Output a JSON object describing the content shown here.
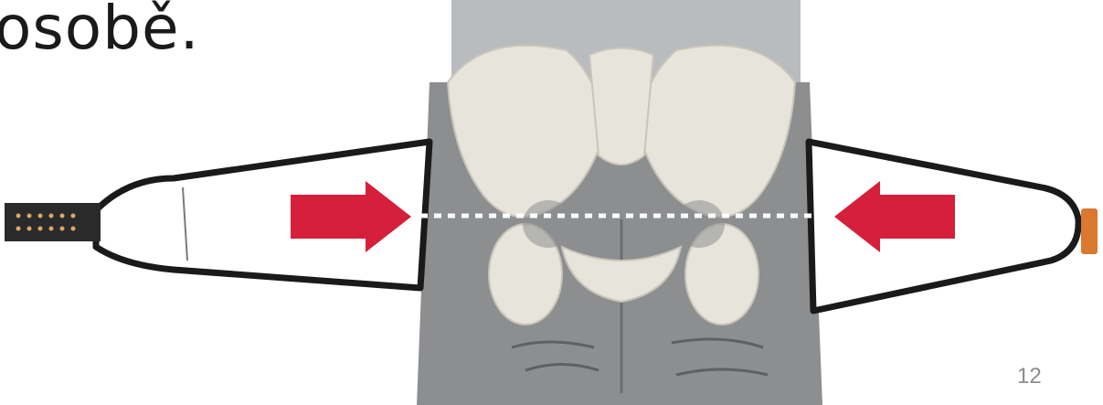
{
  "slide": {
    "title_fragment": "osobě.",
    "page_number": "12"
  },
  "illustration": {
    "subject": "pelvic-belt-on-hips",
    "arrow_color": "#d61f3a",
    "belt_color": "#1a1a1a",
    "skin_color": "#e7e4dc",
    "pants_color": "#8c8e90",
    "buckle_color": "#d9782e"
  }
}
